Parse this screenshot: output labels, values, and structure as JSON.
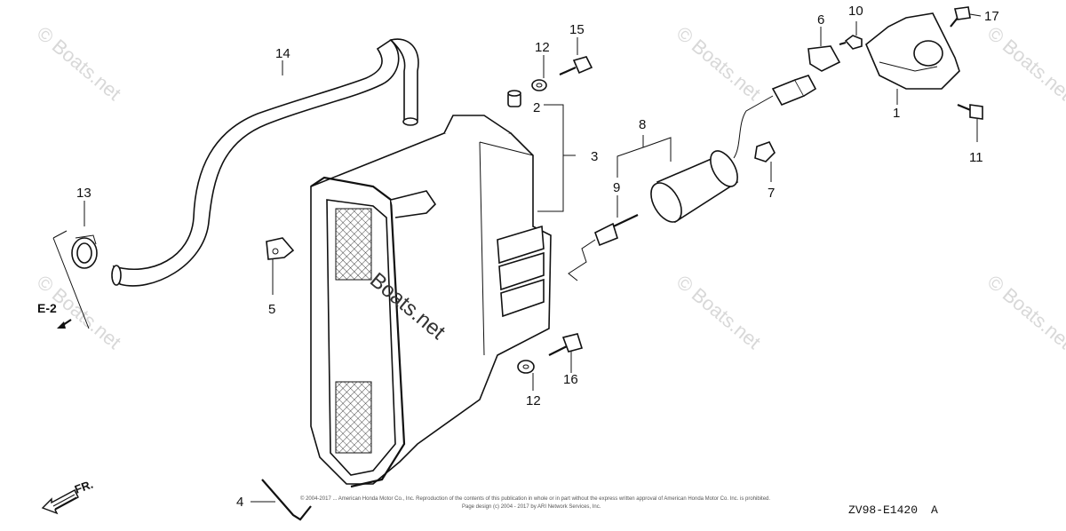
{
  "diagram": {
    "code": "ZV98-E1420",
    "code_suffix": "A",
    "ref_label": "E-2",
    "front_label": "FR.",
    "watermark": "© Boats.net",
    "center_watermark": "Boats.net",
    "fine_print_1": "© 2004-2017 ... American Honda Motor Co., Inc. Reproduction of the contents of this publication in whole or in part without the express written approval of American Honda Motor Co. Inc. is prohibited.",
    "fine_print_2": "Page design (c) 2004 - 2017 by ARI Network Services, Inc.",
    "callouts": [
      "1",
      "2",
      "3",
      "4",
      "5",
      "6",
      "7",
      "8",
      "9",
      "10",
      "11",
      "12",
      "13",
      "14",
      "15",
      "16",
      "17"
    ]
  },
  "colors": {
    "line": "#111111",
    "watermark": "#d8d8d8",
    "background": "#ffffff"
  }
}
